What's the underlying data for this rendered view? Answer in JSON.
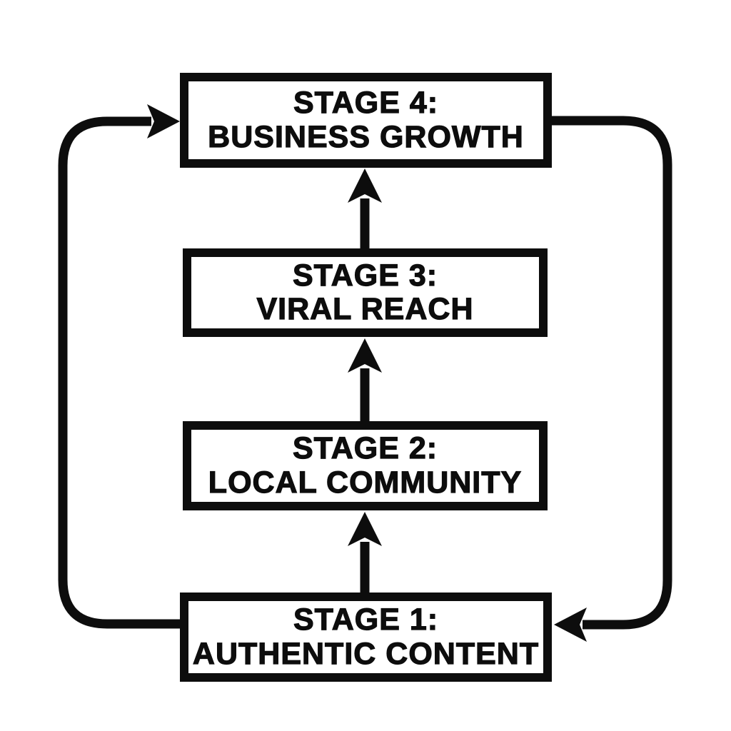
{
  "diagram": {
    "type": "flowchart",
    "direction": "bottom-to-top",
    "stages": [
      {
        "id": "stage-4",
        "line1": "STAGE 4:",
        "line2": "BUSINESS GROWTH"
      },
      {
        "id": "stage-3",
        "line1": "STAGE 3:",
        "line2": "VIRAL REACH"
      },
      {
        "id": "stage-2",
        "line1": "STAGE 2:",
        "line2": "LOCAL COMMUNITY"
      },
      {
        "id": "stage-1",
        "line1": "STAGE 1:",
        "line2": "AUTHENTIC CONTENT"
      }
    ],
    "connections": [
      {
        "from": "stage-1",
        "to": "stage-2",
        "style": "straight-up-arrow"
      },
      {
        "from": "stage-2",
        "to": "stage-3",
        "style": "straight-up-arrow"
      },
      {
        "from": "stage-3",
        "to": "stage-4",
        "style": "straight-up-arrow"
      },
      {
        "from": "stage-1",
        "to": "stage-4",
        "style": "left-side-loop-arrow"
      },
      {
        "from": "stage-4",
        "to": "stage-1",
        "style": "right-side-loop-arrow"
      }
    ],
    "colors": {
      "background": "#ffffff",
      "line": "#0d0d0d",
      "box_fill": "#ffffff",
      "text": "#0d0d0d"
    }
  }
}
